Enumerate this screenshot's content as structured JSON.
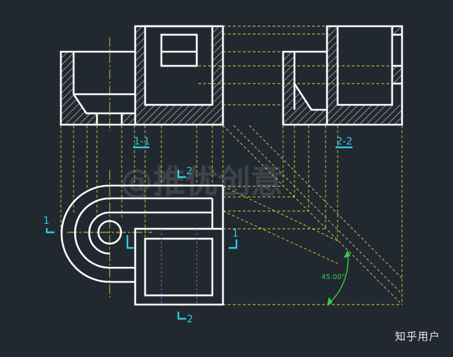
{
  "drawing": {
    "section_a_label": "1-1",
    "section_b_label": "2-2",
    "cut_mark_1": "1",
    "cut_mark_2": "2",
    "angle_dimension": "45.00°",
    "watermark": "@推优创意"
  },
  "footer": {
    "credit": "知乎用户"
  },
  "colors": {
    "background": "#212830",
    "outline": "#ffffff",
    "projection": "#d8d83a",
    "center_line": "#d8d83a",
    "cut_mark": "#2fc9e0",
    "dimension": "#34d04a",
    "hidden_marks": "#b050d0"
  }
}
